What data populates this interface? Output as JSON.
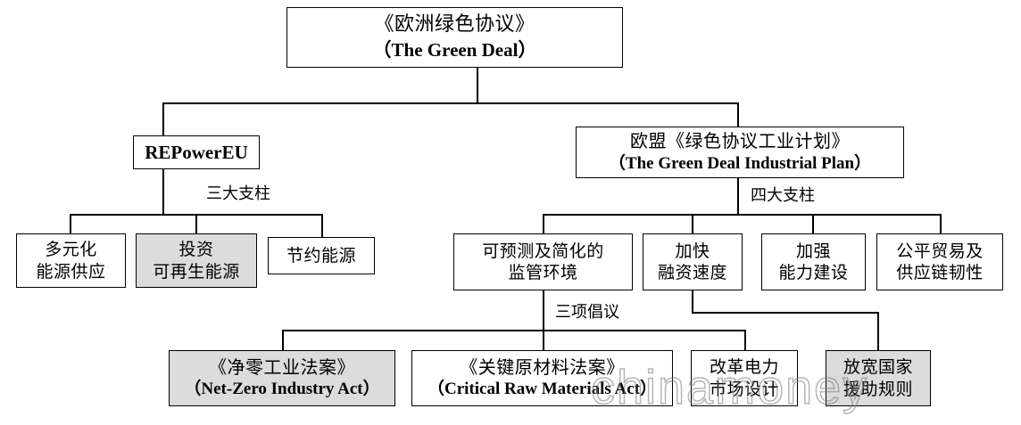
{
  "diagram": {
    "title_box": {
      "line1": "《欧洲绿色协议》",
      "line2": "（The Green Deal）"
    },
    "level2": {
      "left": {
        "line1": "REPowerEU"
      },
      "right": {
        "line1": "欧盟《绿色协议工业计划》",
        "line2": "（The Green Deal Industrial Plan）"
      }
    },
    "edge_labels": {
      "three_pillars": "三大支柱",
      "four_pillars": "四大支柱",
      "three_initiatives": "三项倡议"
    },
    "left_pillars": [
      {
        "line1": "多元化",
        "line2": "能源供应",
        "shaded": false
      },
      {
        "line1": "投资",
        "line2": "可再生能源",
        "shaded": true
      },
      {
        "line1": "节约能源",
        "line2": "",
        "shaded": false
      }
    ],
    "right_pillars": [
      {
        "line1": "可预测及简化的",
        "line2": "监管环境",
        "shaded": false
      },
      {
        "line1": "加快",
        "line2": "融资速度",
        "shaded": false
      },
      {
        "line1": "加强",
        "line2": "能力建设",
        "shaded": false
      },
      {
        "line1": "公平贸易及",
        "line2": "供应链韧性",
        "shaded": false
      }
    ],
    "initiatives": [
      {
        "line1": "《净零工业法案》",
        "line2": "（Net-Zero Industry Act）",
        "shaded": true
      },
      {
        "line1": "《关键原材料法案》",
        "line2": "（Critical Raw Materials Act）",
        "shaded": false
      },
      {
        "line1": "改革电力",
        "line2": "市场设计",
        "shaded": false
      },
      {
        "line1": "放宽国家",
        "line2": "援助规则",
        "shaded": true
      }
    ],
    "watermark": "chinamoney",
    "colors": {
      "line": "#000000",
      "shaded_fill": "#dcdcdc",
      "background": "#ffffff"
    }
  }
}
